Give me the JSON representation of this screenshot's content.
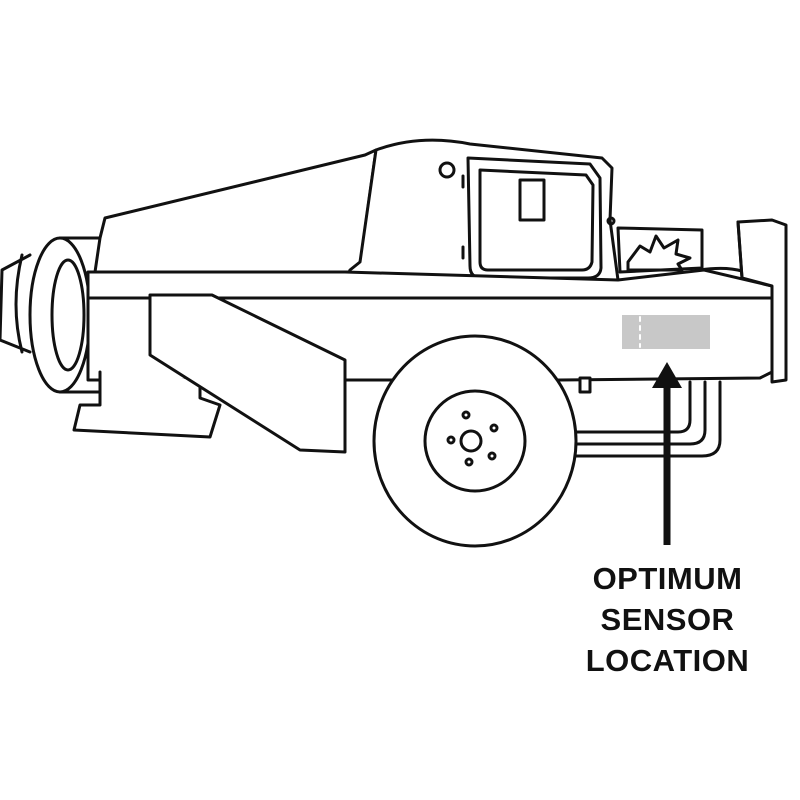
{
  "callout": {
    "lines": [
      "OPTIMUM",
      "SENSOR",
      "LOCATION"
    ]
  },
  "colors": {
    "line": "#111111",
    "sensor_fill": "#c8c8c8",
    "background": "#ffffff"
  }
}
